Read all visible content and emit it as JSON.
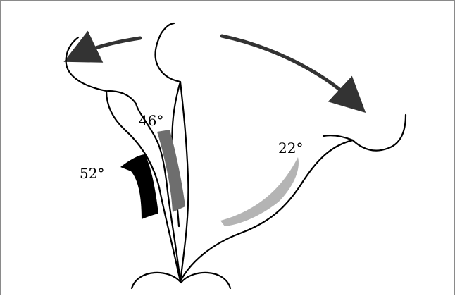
{
  "angles": {
    "left": "52°",
    "middle": "46°",
    "right": "22°"
  },
  "colors": {
    "left_band": "#000000",
    "middle_band": "#6e6e6e",
    "right_band": "#b4b4b4",
    "arrows": "#333333",
    "outline": "#000000",
    "border": "#8a8a8a"
  }
}
